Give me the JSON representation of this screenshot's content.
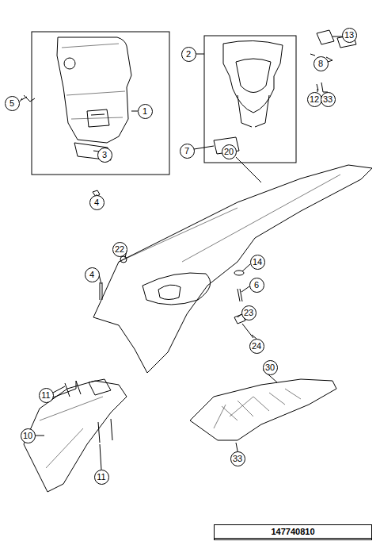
{
  "diagram": {
    "labels": [
      "5",
      "1",
      "3",
      "4",
      "2",
      "7",
      "13",
      "8",
      "12",
      "33",
      "20",
      "22",
      "14",
      "4",
      "6",
      "23",
      "24",
      "11",
      "10",
      "11",
      "30",
      "33",
      "147740810"
    ]
  }
}
